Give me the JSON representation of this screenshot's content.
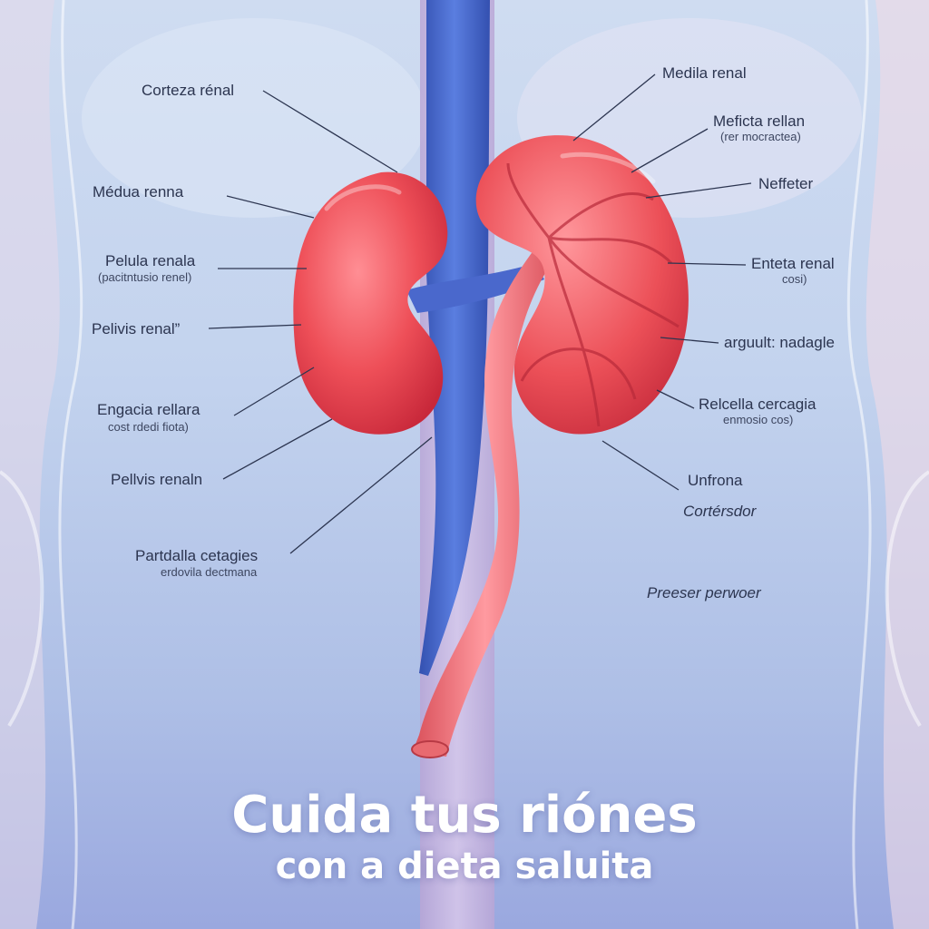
{
  "labels": {
    "corteza_renal": "Corteza rénal",
    "medua_renna": "Médua renna",
    "pelula_renala": "Pelula renala",
    "pelula_renala_sub": "(pacitntusio renel)",
    "pelivis_renal": "Pelivis renal”",
    "engacia_rellara": "Engacia rellara",
    "engacia_rellara_sub": "cost rdedi fiota)",
    "pellvis_renaln": "Pellvis renaln",
    "partdalla_cetagies": "Partdalla cetagies",
    "partdalla_cetagies_sub": "erdovila dectmana",
    "medila_renal": "Medila renal",
    "meficta_rellan": "Meficta rellan",
    "meficta_rellan_sub": "(rer mocractea)",
    "neffeter": "Neffeter",
    "enteta_renal": "Enteta renal",
    "enteta_renal_sub": "cosi)",
    "arguult_nadagle": "arguult: nadagle",
    "relcella_cercagia": "Relcella cercagia",
    "relcella_cercagia_sub": "enmosio cos)",
    "unfrona": "Unfrona",
    "cortersdor": "Cortérsdor",
    "preeser_perwoer": "Preeser perwoer"
  },
  "title": {
    "line1": "Cuida tus riónes",
    "line2": "con a dieta saluita"
  },
  "colors": {
    "kidney": "#e8454f",
    "vein": "#4866c8",
    "ureter": "#e86a70",
    "label_text": "#2c3550",
    "title_text": "#ffffff"
  }
}
